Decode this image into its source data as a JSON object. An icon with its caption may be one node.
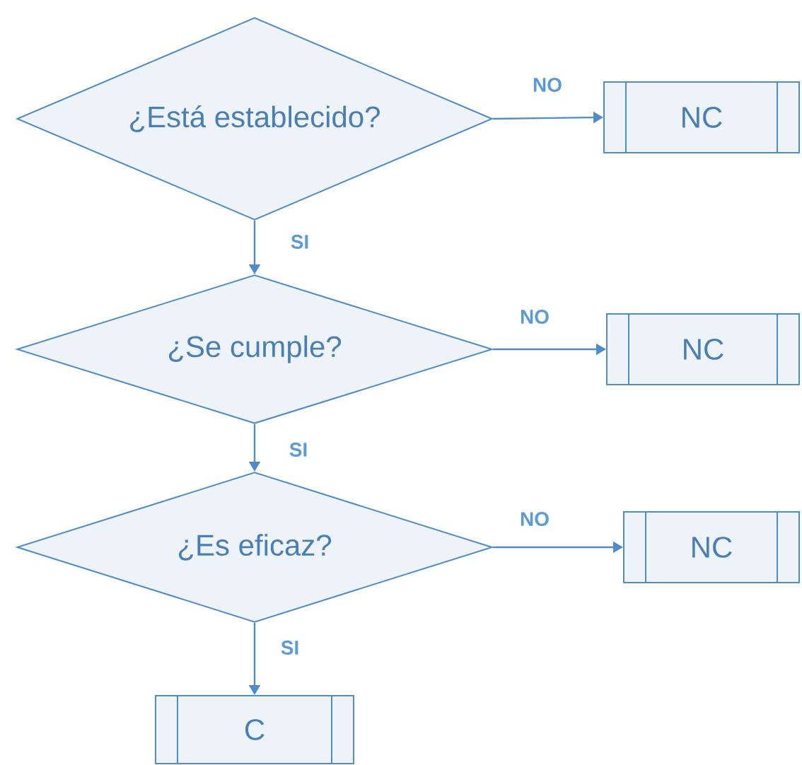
{
  "diagram": {
    "nodes": [
      {
        "text": [
          "¿Está establecido?"
        ]
      },
      {
        "text": [
          "NC"
        ]
      },
      {
        "text": [
          "¿Se cumple?"
        ]
      },
      {
        "text": [
          "NC"
        ]
      },
      {
        "text": [
          "¿Es eficaz?"
        ]
      },
      {
        "text": [
          "NC"
        ]
      },
      {
        "text": [
          "C"
        ]
      }
    ],
    "edges": [
      {
        "from": 0,
        "to": 1,
        "arrow": "to",
        "label": "NO"
      },
      {
        "from": 0,
        "to": 2,
        "arrow": "to",
        "label": "SI"
      },
      {
        "from": 2,
        "to": 3,
        "arrow": "to",
        "label": "NO"
      },
      {
        "from": 2,
        "to": 4,
        "arrow": "to",
        "label": "SI"
      },
      {
        "from": 4,
        "to": 5,
        "arrow": "to",
        "label": "NO"
      },
      {
        "from": 4,
        "to": 6,
        "arrow": "to",
        "label": "SI"
      }
    ]
  }
}
